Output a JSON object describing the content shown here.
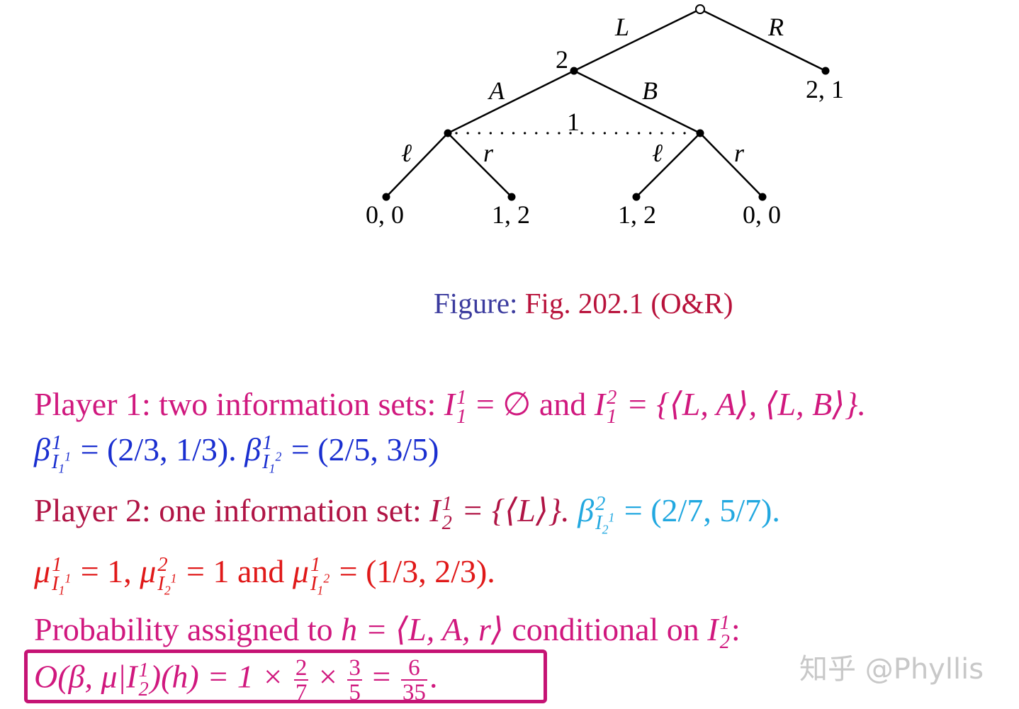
{
  "tree": {
    "edge_labels": {
      "L": "L",
      "R": "R",
      "A": "A",
      "B": "B",
      "l_left": "ℓ",
      "r_left": "r",
      "l_right": "ℓ",
      "r_right": "r"
    },
    "player_labels": {
      "p2": "2",
      "p1": "1"
    },
    "payoffs": {
      "R": "2, 1",
      "Al": "0, 0",
      "Ar": "1, 2",
      "Bl": "1, 2",
      "Br": "0, 0"
    }
  },
  "caption": {
    "prefix": "Figure:",
    "text": "Fig. 202.1 (O&R)"
  },
  "lines": {
    "l1_text": "Player 1: two information sets:",
    "l1_eq1": "= ∅",
    "l1_and": "and",
    "l1_eq2": "= {⟨L, A⟩, ⟨L, B⟩}.",
    "l2_eq1": "= (2/3, 1/3).",
    "l2_eq2": "= (2/5, 3/5)",
    "l3_text": "Player 2: one information set:",
    "l3_eq1": "= {⟨L⟩}.",
    "l3_eq2": "= (2/7, 5/7).",
    "l4_eq1": "= 1,",
    "l4_eq2": "= 1",
    "l4_and": "and",
    "l4_eq3": "= (1/3, 2/3).",
    "l5_text": "Probability assigned to",
    "l5_h": "h = ⟨L, A, r⟩",
    "l5_cond": "conditional on",
    "l6_lhs": "O(β, μ|I",
    "l6_mid": ")(h) = 1 ×",
    "l6_times": "×",
    "l6_eq": "=",
    "l6_f1n": "2",
    "l6_f1d": "7",
    "l6_f2n": "3",
    "l6_f2d": "5",
    "l6_f3n": "6",
    "l6_f3d": "35",
    "l6_end": "."
  },
  "watermark": "知乎 @Phyllis",
  "colors": {
    "magenta": "#d0187e",
    "blue": "#1a2fd0",
    "crimson": "#b01445",
    "cyan": "#22a8e0",
    "red": "#e01919",
    "box": "#c51374"
  }
}
